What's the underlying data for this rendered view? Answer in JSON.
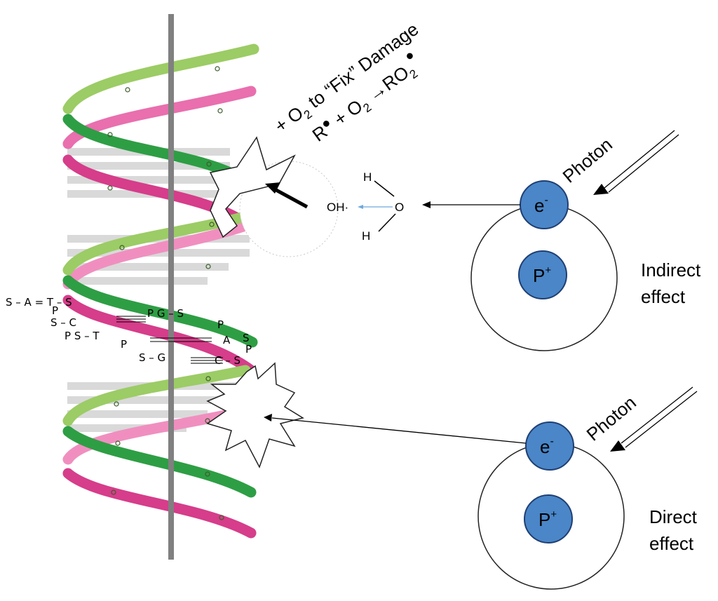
{
  "colors": {
    "backbone": "#808080",
    "strand_light_green": "#9ccc65",
    "strand_dark_green": "#2e9e44",
    "strand_pink": "#e96fae",
    "strand_dark_pink": "#d63d8a",
    "rung": "#d9d9d9",
    "particle_fill": "#4a86c8",
    "particle_stroke": "#1f3f73",
    "arrow_blue": "#6fa8dc"
  },
  "indirect": {
    "photon_label": "Photon",
    "electron_label": "e",
    "electron_charge": "-",
    "proton_label": "P",
    "proton_charge": "+",
    "effect_line1": "Indirect",
    "effect_line2": "effect",
    "water": {
      "h_top": "H",
      "o": "O",
      "h_bottom": "H",
      "radical": "OH·"
    }
  },
  "direct": {
    "photon_label": "Photon",
    "electron_label": "e",
    "electron_charge": "-",
    "proton_label": "P",
    "proton_charge": "+",
    "effect_line1": "Direct",
    "effect_line2": "effect"
  },
  "oxygen_fix": {
    "line1_a": "+ O",
    "line1_sub": "2",
    "line1_b": " to “Fix” Damage",
    "line2_a": "R",
    "line2_b": " + O",
    "line2_sub1": "2",
    "line2_arrow": " →RO",
    "line2_sub2": "2"
  },
  "base_pairs": {
    "row1": "S – A = T – S",
    "p1": "P",
    "row2_left": "S – C",
    "row2_right": "P G – S",
    "p2": "P",
    "row3_left": "P S – T",
    "row3_p": "P",
    "row3_right": "A",
    "s3": "S",
    "p3": "P",
    "row4_left": "S – G",
    "row4_right": "C – S"
  }
}
